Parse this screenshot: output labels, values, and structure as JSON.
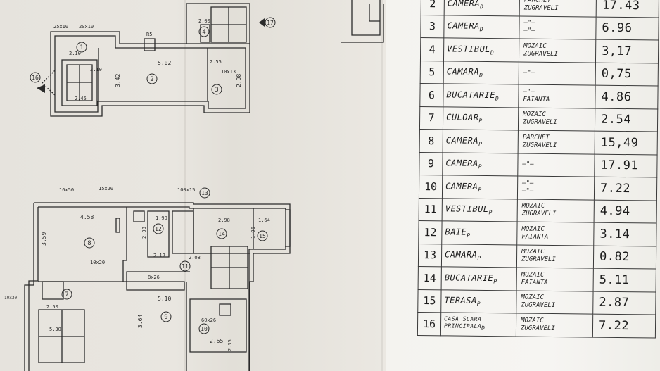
{
  "floor_plan": {
    "upper": {
      "dims": [
        "25x10",
        "20x10",
        "5.02",
        "3.42",
        "2.98",
        "2.10",
        "2.55",
        "2.45",
        "R5",
        "10x13",
        "2.00",
        "2.10"
      ],
      "rooms": [
        "1",
        "2",
        "3",
        "4"
      ],
      "markers": [
        "16",
        "17"
      ]
    },
    "lower": {
      "dims": [
        "16x50",
        "15x20",
        "4.58",
        "3.59",
        "10x20",
        "3.64",
        "5.10",
        "2.65",
        "2.12",
        "2.08",
        "1.90",
        "2.98",
        "1.64",
        "1.96",
        "60x26",
        "100x15",
        "8x26",
        "2.50",
        "5.30",
        "2.08",
        "10x30",
        "2.35"
      ],
      "rooms": [
        "7",
        "8",
        "9",
        "10",
        "11",
        "12",
        "14",
        "15"
      ],
      "markers": [
        "13"
      ]
    }
  },
  "room_table": {
    "rows": [
      {
        "no": "2",
        "name": "CAMERA",
        "sub": "D",
        "finish": [
          "PARCHET",
          "ZUGRAVELI"
        ],
        "area": "17.43"
      },
      {
        "no": "3",
        "name": "CAMERA",
        "sub": "D",
        "finish": [
          "—\"—",
          "—\"—"
        ],
        "area": "6.96"
      },
      {
        "no": "4",
        "name": "VESTIBUL",
        "sub": "D",
        "finish": [
          "MOZAIC",
          "ZUGRAVELI"
        ],
        "area": "3,17"
      },
      {
        "no": "5",
        "name": "CAMARA",
        "sub": "D",
        "finish": [
          "—\"—",
          ""
        ],
        "area": "0,75"
      },
      {
        "no": "6",
        "name": "BUCATARIE",
        "sub": "D",
        "finish": [
          "—\"—",
          "FAIANTA"
        ],
        "area": "4.86"
      },
      {
        "no": "7",
        "name": "CULOAR",
        "sub": "P",
        "finish": [
          "MOZAIC",
          "ZUGRAVELI"
        ],
        "area": "2.54"
      },
      {
        "no": "8",
        "name": "CAMERA",
        "sub": "P",
        "finish": [
          "PARCHET",
          "ZUGRAVELI"
        ],
        "area": "15,49"
      },
      {
        "no": "9",
        "name": "CAMERA",
        "sub": "P",
        "finish": [
          "—\"—",
          ""
        ],
        "area": "17.91"
      },
      {
        "no": "10",
        "name": "CAMERA",
        "sub": "P",
        "finish": [
          "—\"—",
          "—\"—"
        ],
        "area": "7.22"
      },
      {
        "no": "11",
        "name": "VESTIBUL",
        "sub": "P",
        "finish": [
          "MOZAIC",
          "ZUGRAVELI"
        ],
        "area": "4.94"
      },
      {
        "no": "12",
        "name": "BAIE",
        "sub": "P",
        "finish": [
          "MOZAIC",
          "FAIANTA"
        ],
        "area": "3.14"
      },
      {
        "no": "13",
        "name": "CAMARA",
        "sub": "P",
        "finish": [
          "MOZAIC",
          "ZUGRAVELI"
        ],
        "area": "0.82"
      },
      {
        "no": "14",
        "name": "BUCATARIE",
        "sub": "P",
        "finish": [
          "MOZAIC",
          "FAIANTA"
        ],
        "area": "5.11"
      },
      {
        "no": "15",
        "name": "TERASA",
        "sub": "P",
        "finish": [
          "MOZAIC",
          "ZUGRAVELI"
        ],
        "area": "2.87"
      },
      {
        "no": "16",
        "name": "CASA SCARA PRINCIPALA",
        "sub": "D",
        "finish": [
          "MOZAIC",
          "ZUGRAVELI"
        ],
        "area": "7.22"
      }
    ]
  }
}
